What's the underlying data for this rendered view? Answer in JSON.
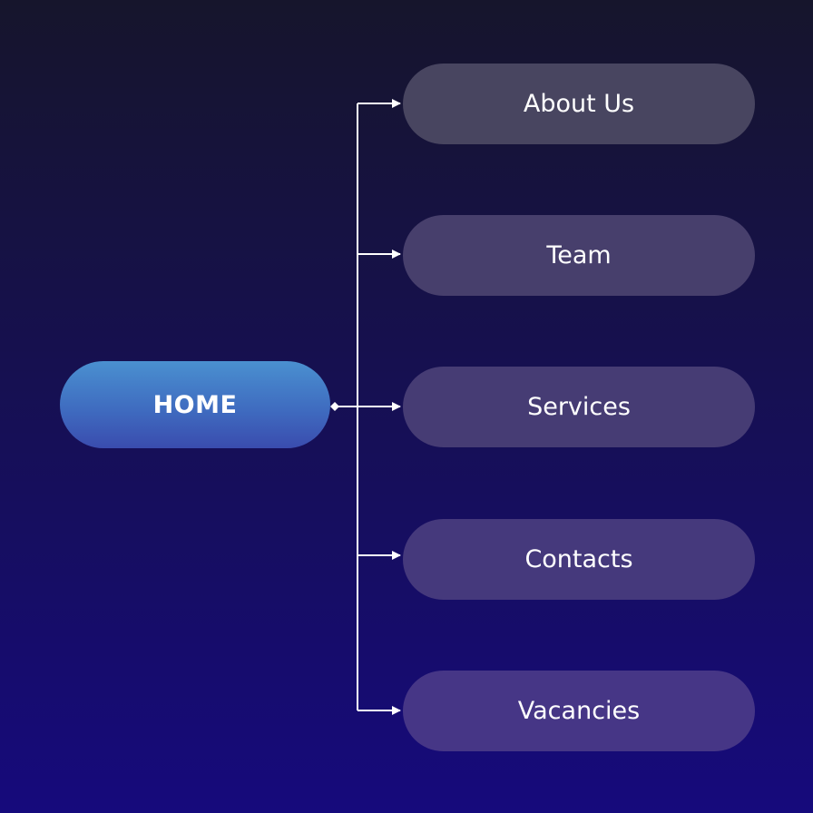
{
  "diagram": {
    "root": {
      "label": "HOME"
    },
    "children": [
      {
        "label": "About Us"
      },
      {
        "label": "Team"
      },
      {
        "label": "Services"
      },
      {
        "label": "Contacts"
      },
      {
        "label": "Vacancies"
      }
    ],
    "colors": {
      "line": "#ffffff",
      "text": "#ffffff",
      "root_fill_top": "#4a90d0",
      "root_fill_bottom": "#3a4cae"
    }
  }
}
